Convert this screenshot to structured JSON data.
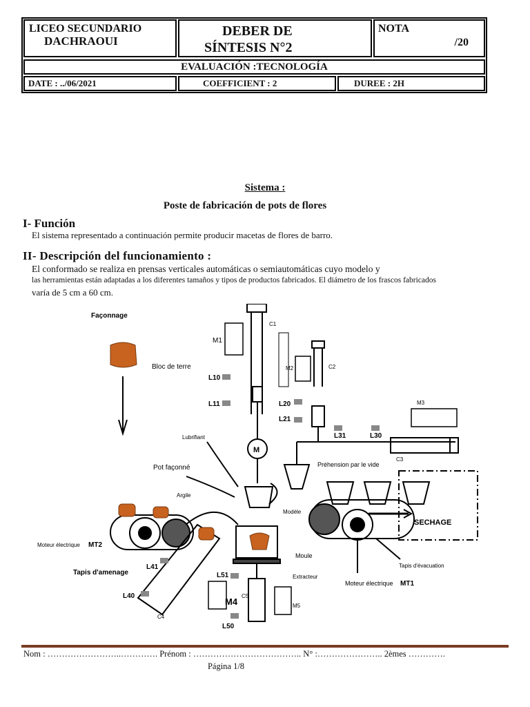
{
  "header": {
    "school_line1": "LICEO SECUNDARIO",
    "school_line2": "DACHRAOUI",
    "title_line1": "DEBER DE",
    "title_line2": "SÍNTESIS N°2",
    "nota_label": "NOTA",
    "nota_score": "/20",
    "evaluation": "EVALUACIÓN :TECNOLOGÍA",
    "date": "DATE : ../06/2021",
    "coefficient": "COEFFICIENT : 2",
    "duration": "DUREE : 2H"
  },
  "body": {
    "system_title": "Sistema :",
    "system_subtitle": "Poste de fabricación de pots de flores",
    "section1_title": "I-  Función",
    "section1_text": "El sistema representado a continuación permite producir macetas de flores de barro.",
    "section2_title": "II-  Descripción  del  funcionamiento  :",
    "section2_text1": "El conformado se realiza en prensas verticales automáticas o semiautomáticas cuyo modelo y",
    "section2_text2": "las herramientas están adaptadas a los diferentes tamaños y tipos de productos fabricados. El diámetro de los frascos fabricados",
    "section2_text3": "varía de 5 cm a 60 cm."
  },
  "diagram": {
    "faconnage": "Façonnage",
    "bloc_de_terre": "Bloc de terre",
    "lubrifiant": "Lubrifiant",
    "pot_faconne": "Pot façonné",
    "argile": "Argile",
    "moteur_mt2": "Moteur électrique",
    "mt2": "MT2",
    "tapis_amenage": "Tapis d'amenage",
    "modele": "Modèle",
    "moule": "Moule",
    "extracteur": "Extracteur",
    "prehension": "Préhension par le vide",
    "sechage": "SECHAGE",
    "tapis_evacuation": "Tapis d'évacuation",
    "moteur_mt1": "Moteur électrique",
    "mt1": "MT1",
    "m": "M",
    "labels": {
      "m1": "M1",
      "c1": "C1",
      "m2": "M2",
      "c2": "C2",
      "m3": "M3",
      "c3": "C3",
      "m4": "M4",
      "m5": "M5",
      "c4": "C4",
      "c5": "C5",
      "l10": "L10",
      "l11": "L11",
      "l20": "L20",
      "l21": "L21",
      "l31": "L31",
      "l30": "L30",
      "l41": "L41",
      "l40": "L40",
      "l51": "L51",
      "l50": "L50"
    }
  },
  "footer": {
    "line": "Nom : ……………………..…………. Prénom : ……………………………….. N° :………………….. 2ème",
    "line_end": "s ………….",
    "page": "Página 1/8"
  }
}
